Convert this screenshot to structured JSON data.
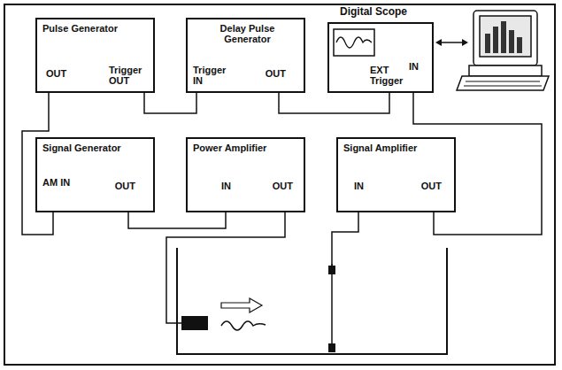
{
  "diagram": {
    "nodes": [
      {
        "text": [
          "Pulse Generator",
          "OUT",
          "Trigger OUT"
        ]
      },
      {
        "text": [
          "Delay Pulse Generator",
          "Trigger IN",
          "OUT"
        ]
      },
      {
        "text": [
          "Digital Scope",
          "EXT Trigger",
          "IN"
        ]
      },
      {
        "text": [
          "Signal Generator",
          "AM IN",
          "OUT"
        ]
      },
      {
        "text": [
          "Power Amplifier",
          "IN",
          "OUT"
        ]
      },
      {
        "text": [
          "Signal Amplifier",
          "IN",
          "OUT"
        ]
      }
    ],
    "edges": [
      {
        "from": 0,
        "to": 3,
        "arrow": "none"
      },
      {
        "from": 0,
        "to": 1,
        "arrow": "none"
      },
      {
        "from": 1,
        "to": 2,
        "arrow": "none"
      },
      {
        "from": 3,
        "to": 4,
        "arrow": "none"
      },
      {
        "from": 5,
        "to": 2,
        "arrow": "none"
      }
    ]
  }
}
